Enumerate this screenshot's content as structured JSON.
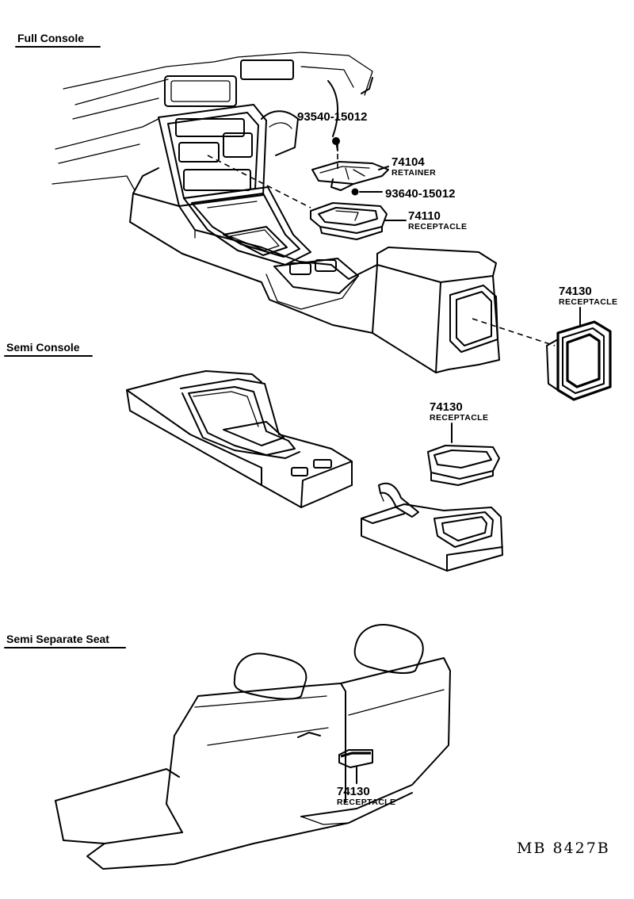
{
  "sections": {
    "full_console": "Full Console",
    "semi_console": "Semi Console",
    "semi_separate_seat": "Semi Separate Seat"
  },
  "parts": {
    "screw_upper": {
      "number": "93540-15012"
    },
    "retainer": {
      "number": "74104",
      "name": "RETAINER"
    },
    "screw_lower": {
      "number": "93640-15012"
    },
    "receptacle_front": {
      "number": "74110",
      "name": "RECEPTACLE"
    },
    "receptacle_full_console": {
      "number": "74130",
      "name": "RECEPTACLE"
    },
    "receptacle_semi_console": {
      "number": "74130",
      "name": "RECEPTACLE"
    },
    "receptacle_seat": {
      "number": "74130",
      "name": "RECEPTACLE"
    }
  },
  "diagram_code": "MB 8427B"
}
